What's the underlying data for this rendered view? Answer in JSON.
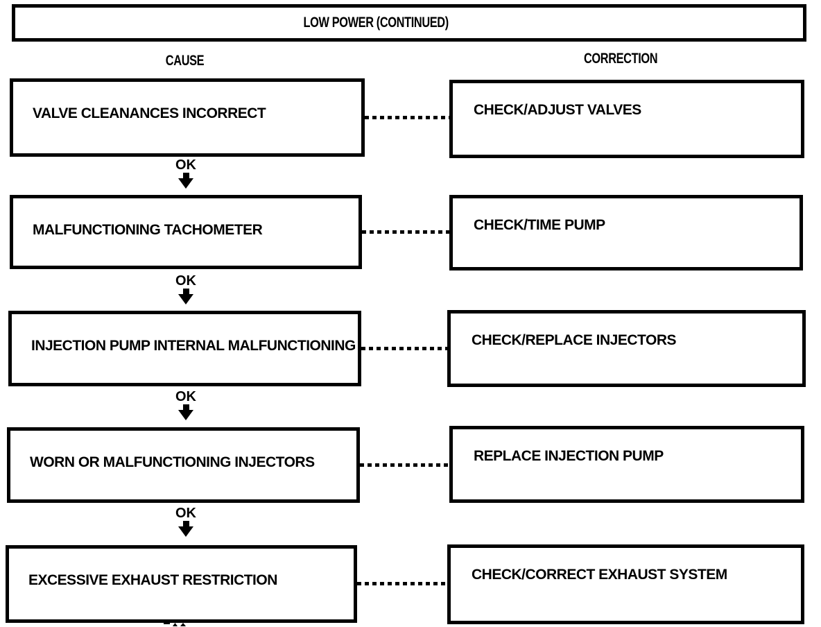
{
  "title": "LOW POWER (CONTINUED)",
  "column_headers": {
    "cause": "CAUSE",
    "correction": "CORRECTION"
  },
  "ok_label": "OK",
  "rows": [
    {
      "cause": "VALVE CLEANANCES INCORRECT",
      "correction": "CHECK/ADJUST VALVES"
    },
    {
      "cause": "MALFUNCTIONING TACHOMETER",
      "correction": "CHECK/TIME PUMP"
    },
    {
      "cause": "INJECTION PUMP INTERNAL MALFUNCTIONING",
      "correction": "CHECK/REPLACE INJECTORS"
    },
    {
      "cause": "WORN OR MALFUNCTIONING INJECTORS",
      "correction": "REPLACE INJECTION PUMP"
    },
    {
      "cause": "EXCESSIVE EXHAUST RESTRICTION",
      "correction": "CHECK/CORRECT EXHAUST SYSTEM"
    }
  ],
  "colors": {
    "ink": "#000000",
    "paper": "#ffffff"
  }
}
